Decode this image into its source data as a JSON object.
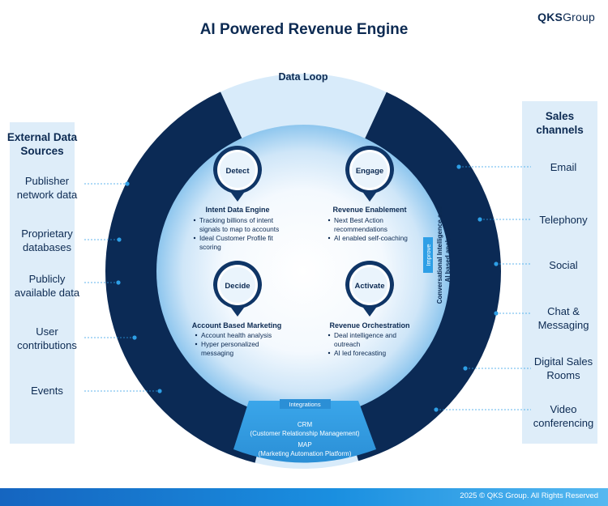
{
  "header": {
    "title": "AI Powered Revenue Engine",
    "brand_strong": "QKS",
    "brand_rest": "Group"
  },
  "ring": {
    "data_loop": "Data Loop",
    "improve": "Improve",
    "conv_line1": "Conversational Intelligence and",
    "conv_line2": "AI based analysis",
    "integrations": "Integrations",
    "crm_line1": "CRM",
    "crm_line2": "(Customer Relationship Management)",
    "map_line1": "MAP",
    "map_line2": "(Marketing Automation  Platform)"
  },
  "external_sources": {
    "title_line1": "External Data",
    "title_line2": "Sources",
    "items": [
      {
        "line1": "Publisher",
        "line2": "network data"
      },
      {
        "line1": "Proprietary",
        "line2": "databases"
      },
      {
        "line1": "Publicly",
        "line2": "available data"
      },
      {
        "line1": "User",
        "line2": "contributions"
      },
      {
        "line1": "Events",
        "line2": ""
      }
    ]
  },
  "sales_channels": {
    "title_line1": "Sales",
    "title_line2": "channels",
    "items": [
      {
        "line1": "Email",
        "line2": ""
      },
      {
        "line1": "Telephony",
        "line2": ""
      },
      {
        "line1": "Social",
        "line2": ""
      },
      {
        "line1": "Chat &",
        "line2": "Messaging"
      },
      {
        "line1": "Digital Sales",
        "line2": "Rooms"
      },
      {
        "line1": "Video",
        "line2": "conferencing"
      }
    ]
  },
  "stages": [
    {
      "pin": "Detect",
      "title": "Intent Data Engine",
      "bullets": [
        [
          "Tracking billions of  intent",
          "signals to map to accounts"
        ],
        [
          "Ideal Customer Profile fit",
          "scoring"
        ]
      ]
    },
    {
      "pin": "Engage",
      "title": "Revenue Enablement",
      "bullets": [
        [
          "Next Best Action",
          "recommendations"
        ],
        [
          "AI enabled self-coaching"
        ]
      ]
    },
    {
      "pin": "Decide",
      "title": "Account Based Marketing",
      "bullets": [
        [
          "Account health analysis"
        ],
        [
          "Hyper personalized",
          "messaging"
        ]
      ]
    },
    {
      "pin": "Activate",
      "title": "Revenue Orchestration",
      "bullets": [
        [
          "Deal intelligence and",
          "outreach"
        ],
        [
          "AI led forecasting"
        ]
      ]
    }
  ],
  "colors": {
    "navy": "#0b2a55",
    "light_blue": "#d8ebfa",
    "accent_blue": "#2e9fe6",
    "pin_ring": "#0f3566"
  },
  "footer": {
    "text": "2025 © QKS Group. All Rights Reserved"
  }
}
